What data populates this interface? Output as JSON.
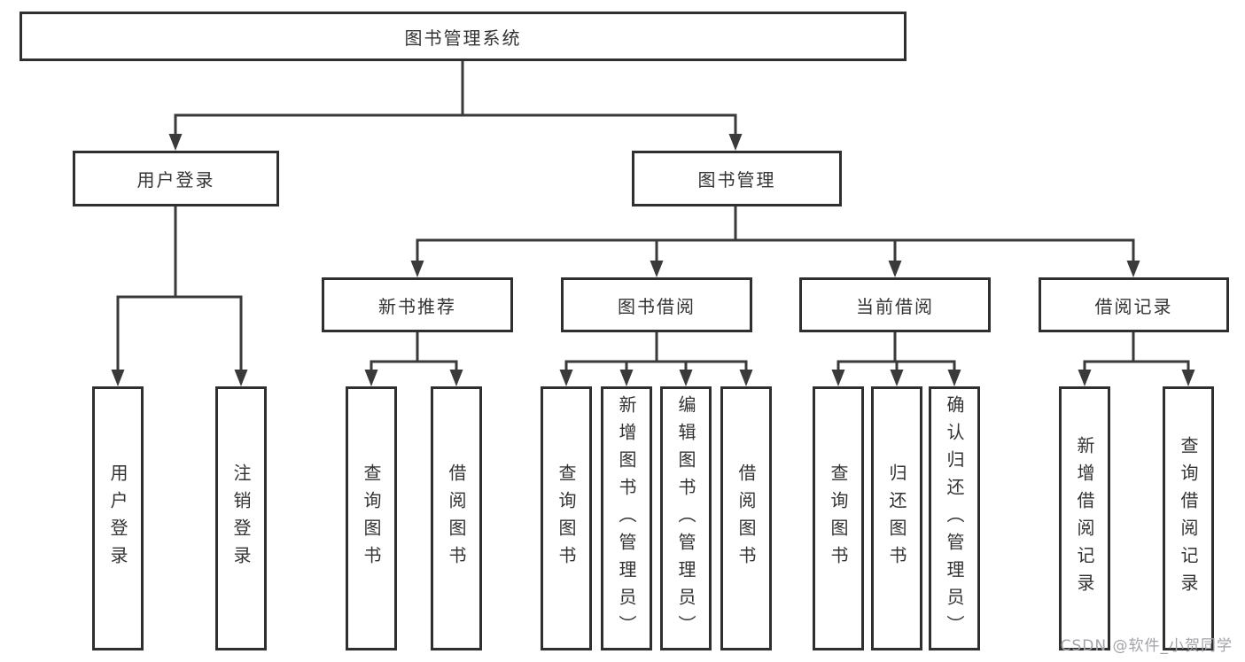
{
  "diagram": {
    "root": {
      "label": "图书管理系统"
    },
    "level2": [
      {
        "label": "用户登录"
      },
      {
        "label": "图书管理"
      }
    ],
    "level3": [
      {
        "label": "新书推荐"
      },
      {
        "label": "图书借阅"
      },
      {
        "label": "当前借阅"
      },
      {
        "label": "借阅记录"
      }
    ],
    "leaves": {
      "user_login": [
        {
          "label": "用户登录"
        },
        {
          "label": "注销登录"
        }
      ],
      "new_book_recommend": [
        {
          "label": "查询图书"
        },
        {
          "label": "借阅图书"
        }
      ],
      "book_borrow": [
        {
          "label": "查询图书"
        },
        {
          "label": "新增图书（管理员）"
        },
        {
          "label": "编辑图书（管理员）"
        },
        {
          "label": "借阅图书"
        }
      ],
      "current_borrow": [
        {
          "label": "查询图书"
        },
        {
          "label": "归还图书"
        },
        {
          "label": "确认归还（管理员）"
        }
      ],
      "borrow_records": [
        {
          "label": "新增借阅记录"
        },
        {
          "label": "查询借阅记录"
        }
      ]
    },
    "colors": {
      "line": "#3a3a3a",
      "box_border": "#2f2f2f",
      "text": "#333333",
      "background": "#ffffff",
      "watermark": "#a2a2a9"
    }
  },
  "watermark": {
    "text": "CSDN @软件_小贺同学"
  }
}
